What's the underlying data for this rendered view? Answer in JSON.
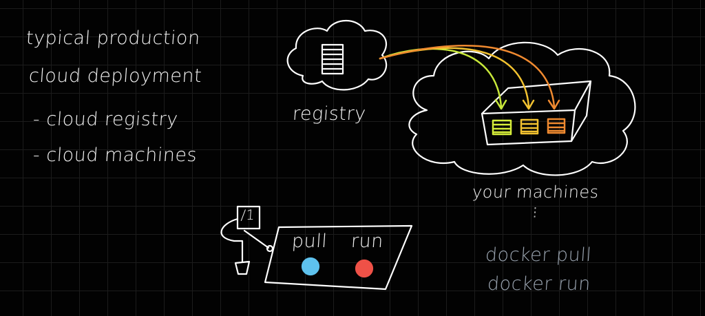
{
  "notes": {
    "title_line1": "typical production",
    "title_line2": "cloud deployment",
    "bullet1": "- cloud registry",
    "bullet2": "- cloud machines"
  },
  "registry": {
    "label": "registry"
  },
  "machines": {
    "label": "your machines",
    "ellipsis": "⋮"
  },
  "commands": {
    "line1": "docker pull",
    "line2": "docker run"
  },
  "controller": {
    "pull_label": "pull",
    "run_label": "run",
    "box_label": "/1"
  },
  "colors": {
    "pull": "#5ec2ee",
    "run": "#ef5147",
    "arrow1": "#c8e83a",
    "arrow2": "#f2c230",
    "arrow3": "#f08a30",
    "stroke": "#ffffff"
  }
}
